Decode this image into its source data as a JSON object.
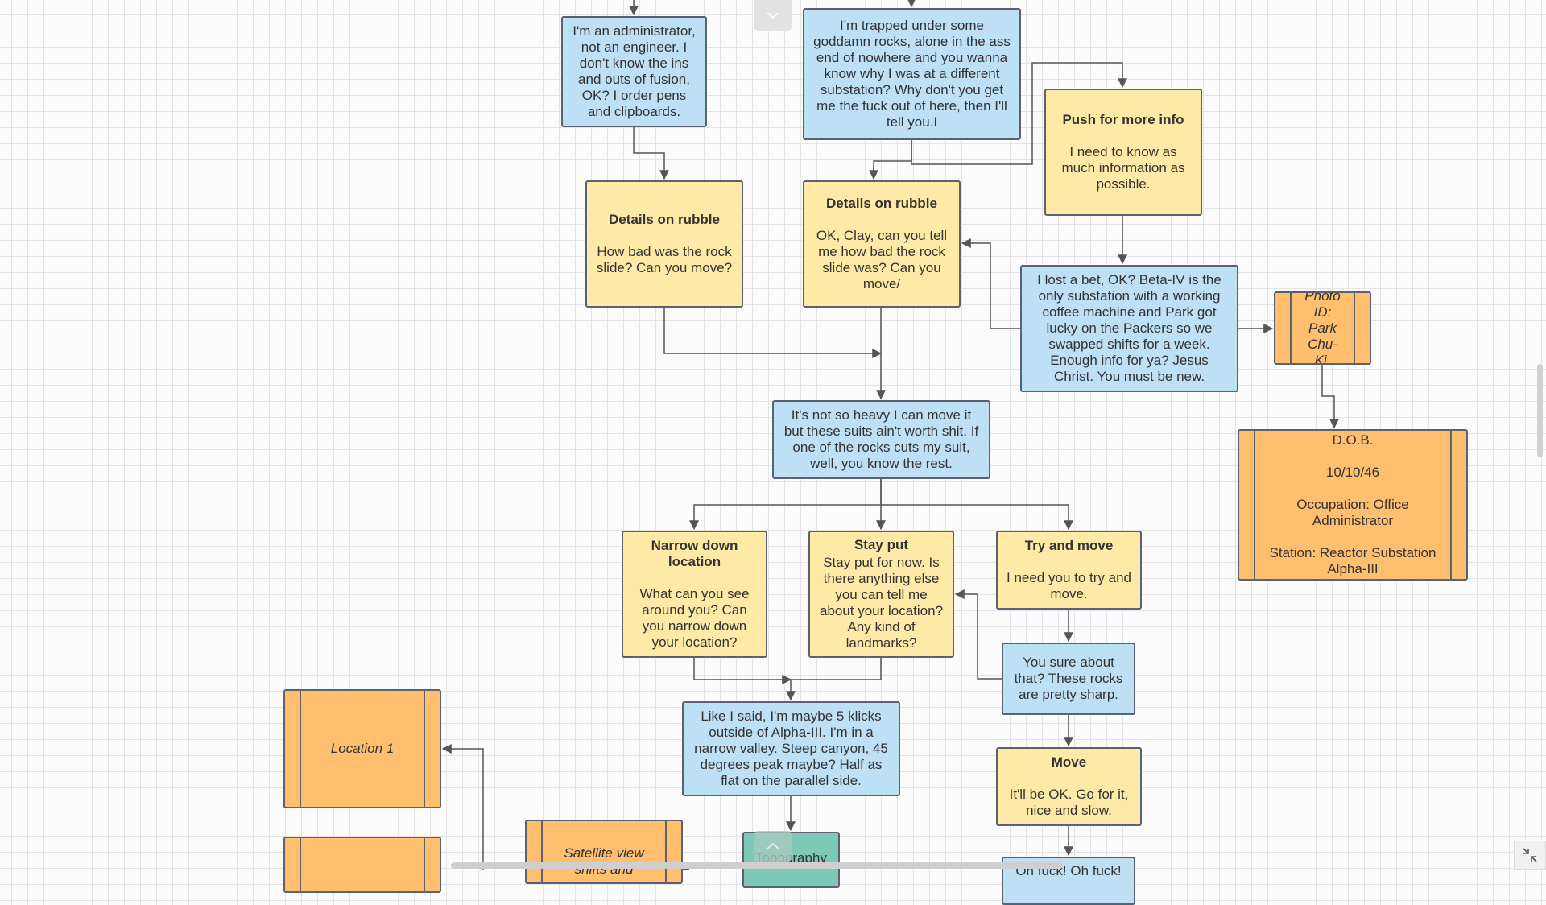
{
  "nodes": [
    {
      "id": "n-administrator",
      "color": "blue",
      "lines": {
        "body": "I'm an administrator, not an engineer. I don't know the ins and outs of fusion, OK? I order pens and clipboards."
      }
    },
    {
      "id": "n-trapped",
      "color": "blue",
      "lines": {
        "body": "I'm trapped under some goddamn rocks, alone in the ass end of nowhere and you wanna know why I was at a different substation? Why don't you get me the fuck out of here, then I'll tell you.I"
      }
    },
    {
      "id": "n-push-info",
      "color": "yellow",
      "lines": {
        "title": "Push for more info",
        "body": "I need to know as much information as possible."
      }
    },
    {
      "id": "n-rubble-1",
      "color": "yellow",
      "lines": {
        "title": "Details on rubble",
        "body": "How bad was the rock slide? Can you move?"
      }
    },
    {
      "id": "n-rubble-2",
      "color": "yellow",
      "lines": {
        "title": "Details on rubble",
        "body": "OK, Clay, can you tell me how bad the rock slide was? Can you move/"
      }
    },
    {
      "id": "n-lost-bet",
      "color": "blue",
      "lines": {
        "body": "I lost a bet, OK? Beta-IV is the only substation with a working coffee machine and Park got lucky on the Packers so we swapped shifts for a week. Enough info for ya? Jesus Christ. You must be new."
      }
    },
    {
      "id": "n-photo-id",
      "color": "orange",
      "italic": true,
      "lines": {
        "body": "Photo ID: Park Chu-Ki."
      }
    },
    {
      "id": "n-dob",
      "color": "orange",
      "lines": {
        "body": "D.O.B.\n\n10/10/46\n\nOccupation: Office Administrator\n\nStation: Reactor Substation Alpha-III"
      }
    },
    {
      "id": "n-not-heavy",
      "color": "blue",
      "lines": {
        "body": "It's not so heavy I can move it but these suits ain't worth shit. If one of the rocks cuts my suit, well, you know the rest."
      }
    },
    {
      "id": "n-narrow",
      "color": "yellow",
      "lines": {
        "title": "Narrow down location",
        "body": "What can you see around you? Can you narrow down your location?"
      }
    },
    {
      "id": "n-stay-put",
      "color": "yellow",
      "lines": {
        "title": "Stay put",
        "body": "Stay put for now. Is there anything else you can tell me about your location? Any kind of landmarks?"
      }
    },
    {
      "id": "n-try-move",
      "color": "yellow",
      "lines": {
        "title": "Try and move",
        "body": "I need you to try and move."
      }
    },
    {
      "id": "n-sure",
      "color": "blue",
      "lines": {
        "body": "You sure about that? These rocks are pretty sharp."
      }
    },
    {
      "id": "n-location-1",
      "color": "orange",
      "italic": true,
      "lines": {
        "body": "Location 1"
      }
    },
    {
      "id": "n-like-said",
      "color": "blue",
      "lines": {
        "body": "Like I said, I'm maybe 5 klicks outside of Alpha-III. I'm in a narrow valley. Steep canyon, 45 degrees peak maybe? Half as flat on the parallel side."
      }
    },
    {
      "id": "n-move",
      "color": "yellow",
      "lines": {
        "title": "Move",
        "body": "It'll be OK. Go for it, nice and slow."
      }
    },
    {
      "id": "n-location-2",
      "color": "orange",
      "lines": {
        "body": ""
      }
    },
    {
      "id": "n-satellite",
      "color": "orange",
      "italic": true,
      "lines": {
        "body": "Satellite view\nshifts and narrows"
      }
    },
    {
      "id": "n-topography",
      "color": "teal",
      "lines": {
        "body": "Topography"
      }
    },
    {
      "id": "n-oh-fuck",
      "color": "blue",
      "lines": {
        "body": "Oh fuck! Oh fuck!"
      }
    }
  ],
  "controls": {
    "collapse_up_icon": "chevron-down-icon",
    "collapse_down_icon": "chevron-up-icon",
    "fit_icon": "collapse-arrows-icon"
  },
  "colors": {
    "yellow": "#ffe9a6",
    "blue": "#bde0f5",
    "orange": "#ffbf6e",
    "teal": "#7ec9b5",
    "border": "#5a6170",
    "connector": "#555555"
  }
}
